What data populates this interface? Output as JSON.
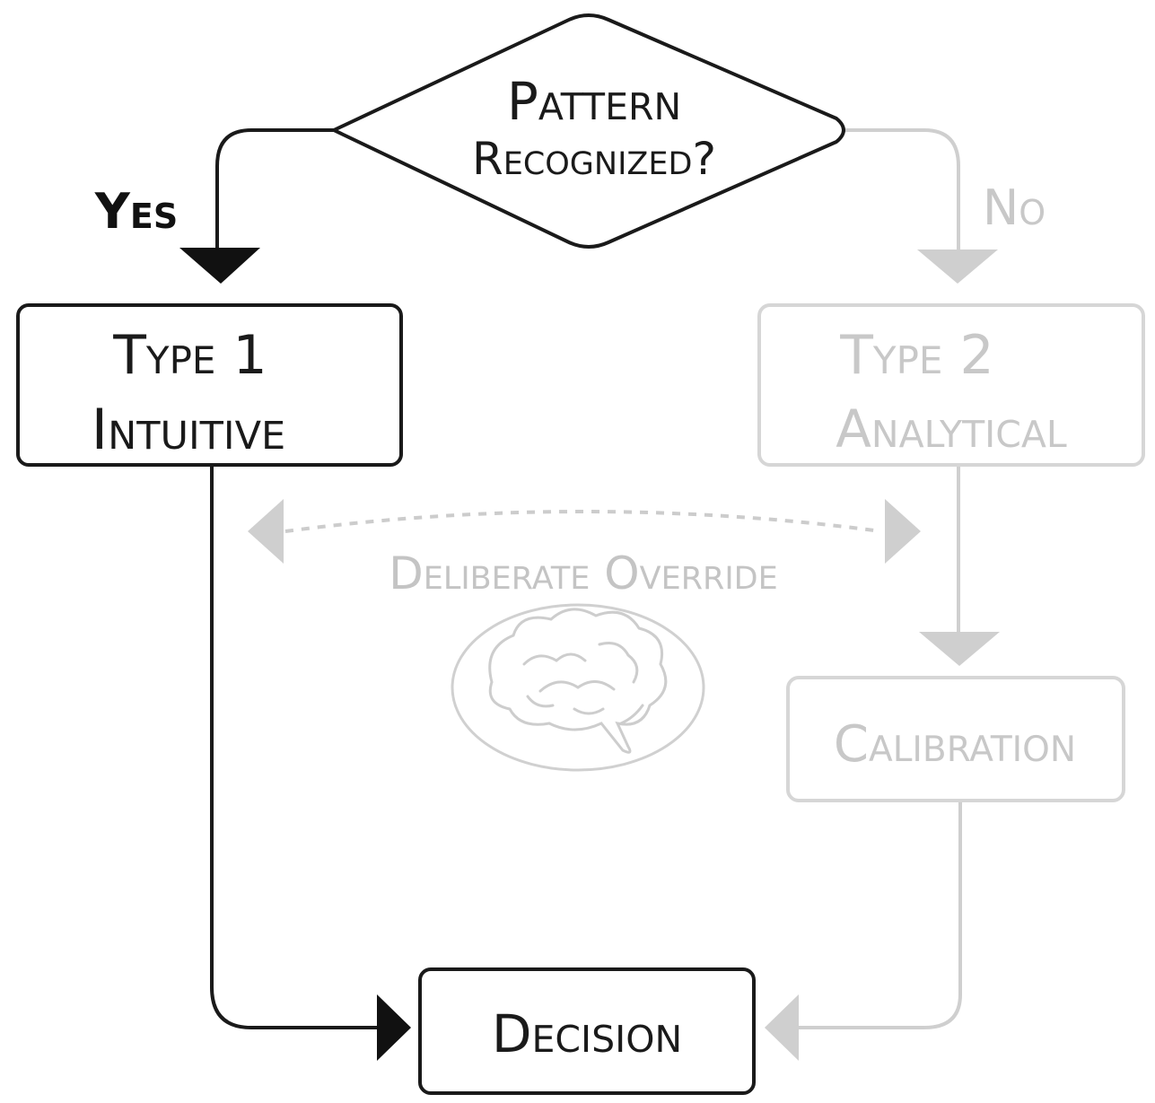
{
  "diagram": {
    "decision_node": {
      "line1": "Pattern",
      "line2": "Recognized?"
    },
    "yes_label": "Yes",
    "no_label": "No",
    "type1": {
      "line1": "Type 1",
      "line2": "Intuitive"
    },
    "type2": {
      "line1": "Type 2",
      "line2": "Analytical"
    },
    "override_label": "Deliberate Override",
    "calibration_label": "Calibration",
    "decision_label": "Decision",
    "icons": {
      "brain": "brain-icon"
    },
    "colors": {
      "active": "#1a1a1a",
      "faded": "#c8c8c8",
      "faded_text": "#bdbdbd"
    }
  }
}
